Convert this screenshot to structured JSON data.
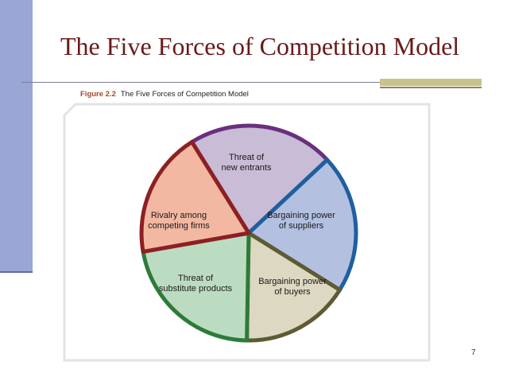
{
  "slide": {
    "title": "The Five Forces of Competition Model",
    "figure_number": "Figure 2.2",
    "figure_caption": "The Five Forces of Competition Model",
    "page_number": "7"
  },
  "diagram": {
    "center_note": "",
    "segments": [
      {
        "id": "new-entrants",
        "lines": [
          "Threat of",
          "new entrants"
        ],
        "fill": "#c8bcd6",
        "stroke": "#6a2f7f"
      },
      {
        "id": "suppliers",
        "lines": [
          "Bargaining power",
          "of suppliers"
        ],
        "fill": "#b3c0e0",
        "stroke": "#1f5fa0"
      },
      {
        "id": "buyers",
        "lines": [
          "Bargaining power",
          "of buyers"
        ],
        "fill": "#dcd8c2",
        "stroke": "#5e5a33"
      },
      {
        "id": "substitutes",
        "lines": [
          "Threat of",
          "substitute products"
        ],
        "fill": "#bcdcc2",
        "stroke": "#2e7a3a"
      },
      {
        "id": "rivalry",
        "lines": [
          "Rivalry among",
          "competing firms"
        ],
        "fill": "#f2b8a2",
        "stroke": "#8e1f22"
      }
    ]
  },
  "colors": {
    "title": "#6a1a1a",
    "accent_bar": "#9aa6d6",
    "rule_block": "#c9c28a",
    "frame": "#e6e6e6"
  }
}
